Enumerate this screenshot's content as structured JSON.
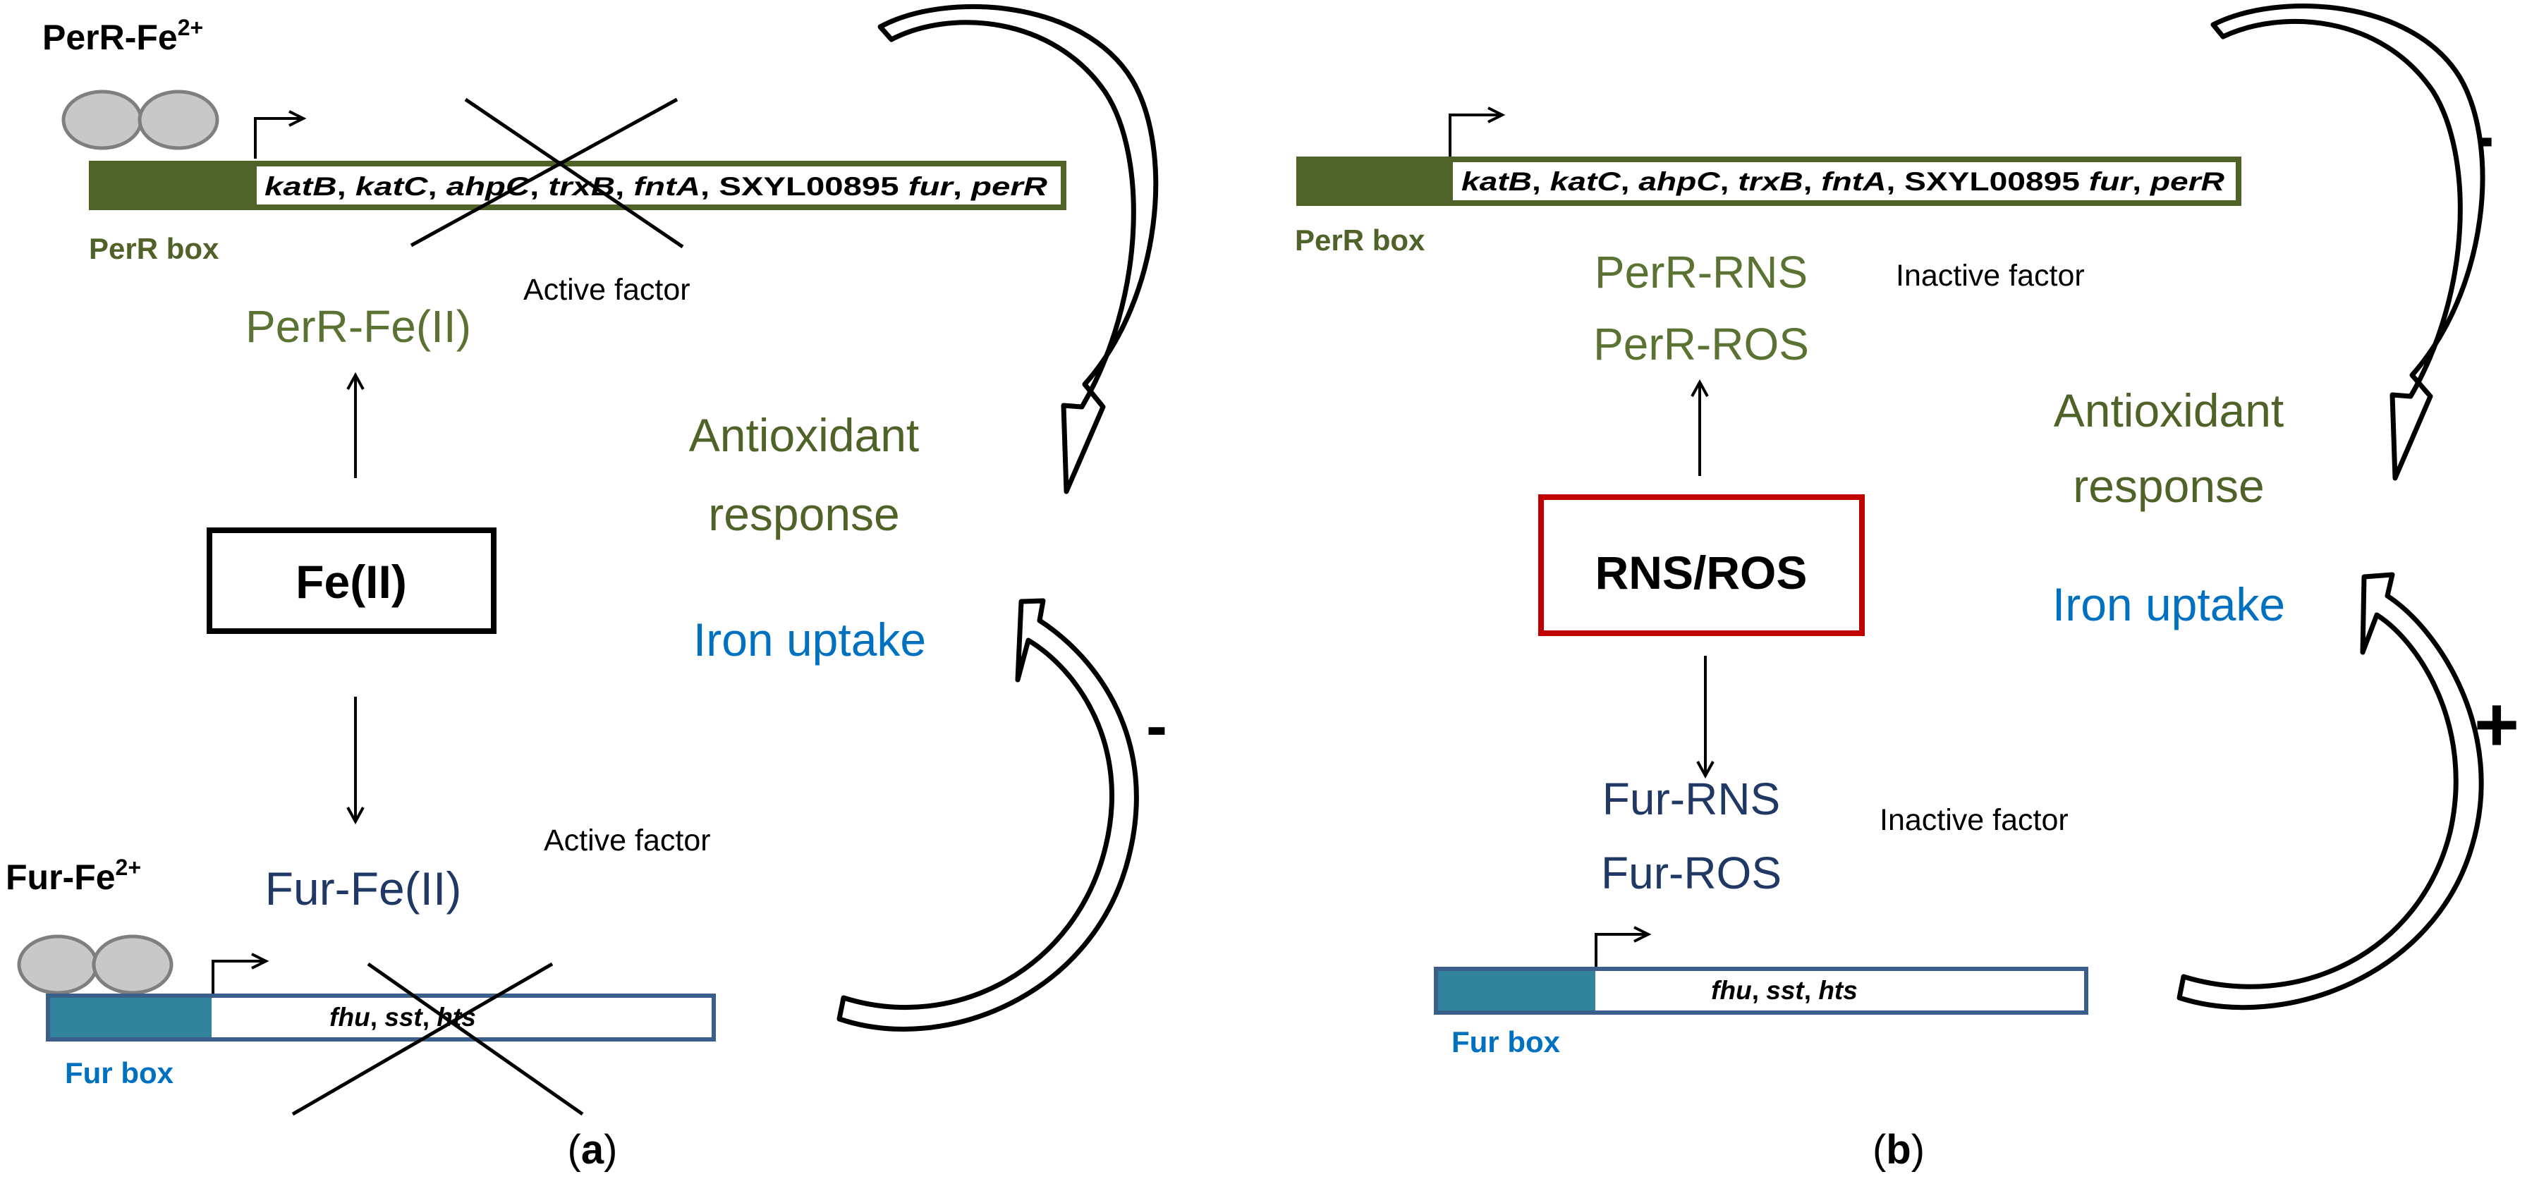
{
  "panel_a": {
    "perr_complex_label": "PerR-Fe",
    "perr_complex_sup": "2+",
    "perr_genes_segments": [
      {
        "t": "katB",
        "i": true
      },
      {
        "t": ", ",
        "i": false
      },
      {
        "t": "katC",
        "i": true
      },
      {
        "t": ", ",
        "i": false
      },
      {
        "t": "ahpC",
        "i": true
      },
      {
        "t": ", ",
        "i": false
      },
      {
        "t": "trxB",
        "i": true
      },
      {
        "t": ",  ",
        "i": false
      },
      {
        "t": "fntA",
        "i": true
      },
      {
        "t": ", SXYL00895 ",
        "i": false
      },
      {
        "t": "fur",
        "i": true
      },
      {
        "t": ", ",
        "i": false
      },
      {
        "t": "perR",
        "i": true
      }
    ],
    "perr_box_label": "PerR box",
    "perr_active_factor": "Active factor",
    "perr_fe_label": "PerR-Fe(II)",
    "fe_box_label": "Fe(II)",
    "antioxidant_line1": "Antioxidant",
    "antioxidant_line2": "response",
    "iron_uptake": "Iron uptake",
    "sign_top": "-",
    "sign_bottom": "-",
    "fur_fe_label": "Fur-Fe(II)",
    "fur_active_factor": "Active factor",
    "fur_complex_label": "Fur-Fe",
    "fur_complex_sup": "2+",
    "fur_genes_segments": [
      {
        "t": "fhu",
        "i": true
      },
      {
        "t": ", ",
        "i": false
      },
      {
        "t": "sst",
        "i": true
      },
      {
        "t": ", ",
        "i": false
      },
      {
        "t": "hts",
        "i": true
      }
    ],
    "fur_box_label": "Fur box",
    "caption_letter": "a"
  },
  "panel_b": {
    "perr_genes_segments": [
      {
        "t": "katB",
        "i": true
      },
      {
        "t": ", ",
        "i": false
      },
      {
        "t": "katC",
        "i": true
      },
      {
        "t": ", ",
        "i": false
      },
      {
        "t": "ahpC",
        "i": true
      },
      {
        "t": ", ",
        "i": false
      },
      {
        "t": "trxB",
        "i": true
      },
      {
        "t": ",  ",
        "i": false
      },
      {
        "t": "fntA",
        "i": true
      },
      {
        "t": ", SXYL00895 ",
        "i": false
      },
      {
        "t": "fur",
        "i": true
      },
      {
        "t": ", ",
        "i": false
      },
      {
        "t": "perR",
        "i": true
      }
    ],
    "perr_box_label": "PerR box",
    "perr_rns": "PerR-RNS",
    "perr_ros": "PerR-ROS",
    "perr_inactive_factor": "Inactive factor",
    "rns_ros_box_label": "RNS/ROS",
    "antioxidant_line1": "Antioxidant",
    "antioxidant_line2": "response",
    "iron_uptake": "Iron uptake",
    "sign_top": "+",
    "sign_bottom": "+",
    "fur_rns": "Fur-RNS",
    "fur_ros": "Fur-ROS",
    "fur_inactive_factor": "Inactive factor",
    "fur_genes_segments": [
      {
        "t": "fhu",
        "i": true
      },
      {
        "t": ", ",
        "i": false
      },
      {
        "t": "sst",
        "i": true
      },
      {
        "t": ", ",
        "i": false
      },
      {
        "t": "hts",
        "i": true
      }
    ],
    "fur_box_label": "Fur box",
    "caption_letter": "b"
  },
  "colors": {
    "perr_green_dark": "#4f6228",
    "perr_text_green": "#5a7332",
    "fur_teal": "#31849b",
    "fur_border": "#3a5f8a",
    "fur_text_navy": "#1f3864",
    "fur_box_label_blue": "#0070c0",
    "iron_uptake_blue": "#0070c0",
    "rns_box_red": "#c00000",
    "protein_grey": "#c8c8c8",
    "protein_grey_outline": "#7f7f7f"
  }
}
